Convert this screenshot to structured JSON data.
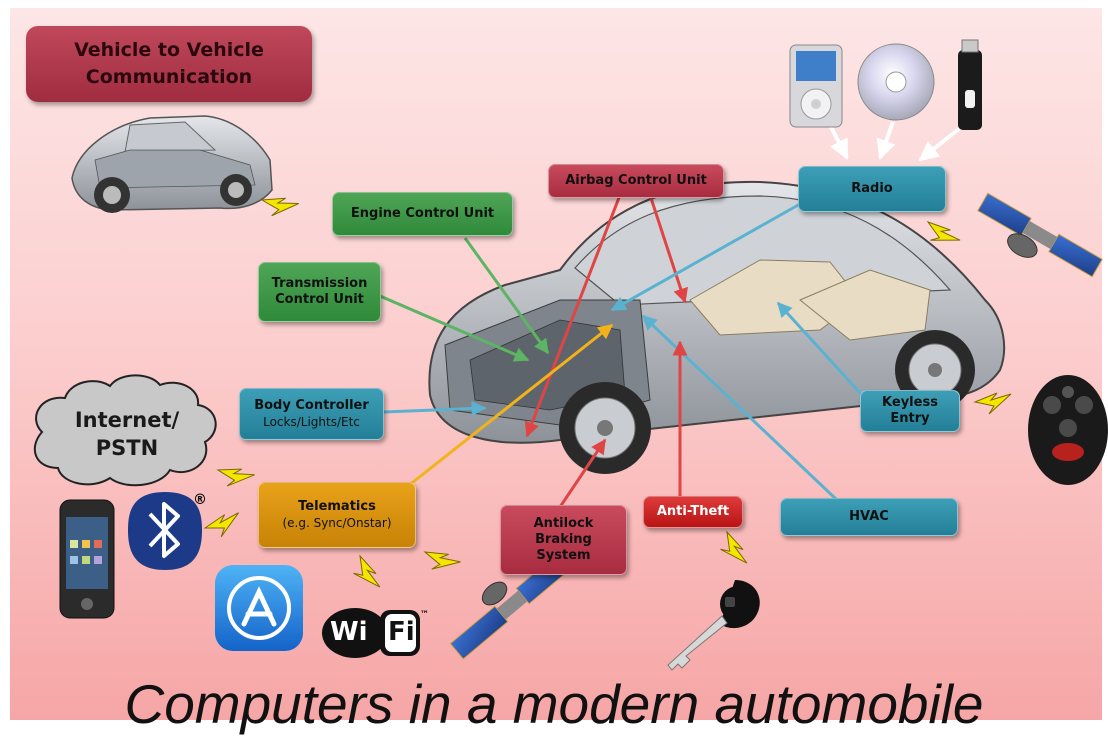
{
  "title": {
    "line1": "Vehicle to Vehicle",
    "line2": "Communication"
  },
  "caption": "Computers in a modern automobile",
  "cloud": {
    "line1": "Internet/",
    "line2": "PSTN"
  },
  "units": {
    "engine": "Engine Control Unit",
    "transmission": {
      "line1": "Transmission",
      "line2": "Control Unit"
    },
    "airbag": "Airbag Control Unit",
    "radio": "Radio",
    "body": {
      "line1": "Body Controller",
      "line2": "Locks/Lights/Etc"
    },
    "keyless": {
      "line1": "Keyless",
      "line2": "Entry"
    },
    "telematics": {
      "line1": "Telematics",
      "line2": "(e.g. Sync/Onstar)"
    },
    "abs": {
      "line1": "Antilock",
      "line2": "Braking",
      "line3": "System"
    },
    "antitheft": "Anti-Theft",
    "hvac": "HVAC"
  },
  "marks": {
    "registered": "®",
    "wifi_left": "Wi",
    "wifi_right": "Fi",
    "trademark": "™"
  },
  "colors": {
    "green": "#2f8a3a",
    "teal": "#237f97",
    "crimson": "#a82c40",
    "red": "#b81414",
    "gold": "#c88206",
    "lightning": "#f5e600"
  }
}
